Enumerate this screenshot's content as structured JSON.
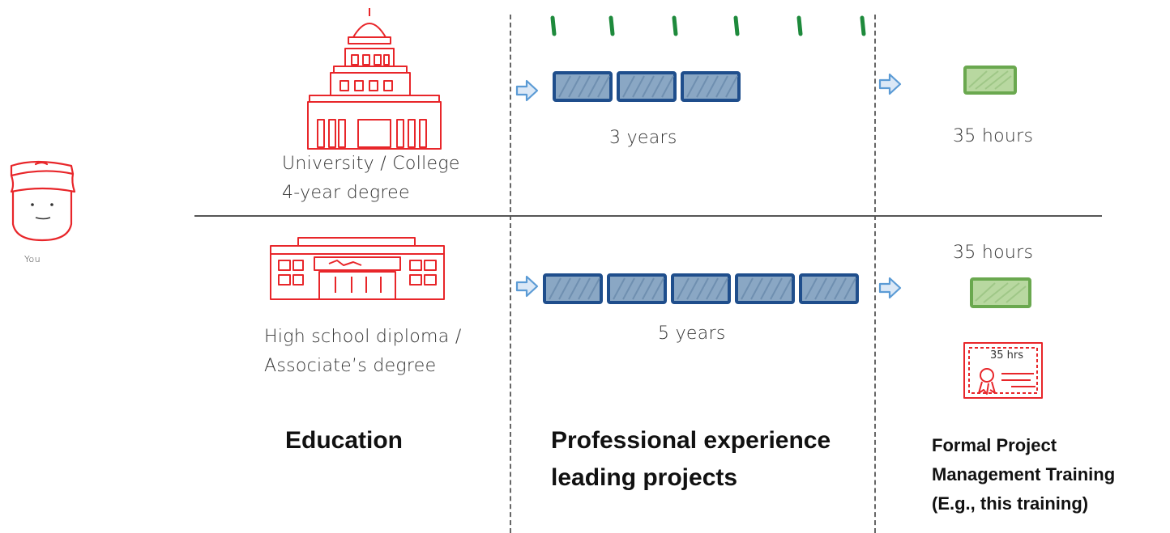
{
  "person": {
    "label": "You",
    "icon": "person-face-icon"
  },
  "rows": [
    {
      "education_line1": "University / College",
      "education_line2": "4-year degree",
      "education_icon": "capitol-building-icon",
      "experience_years": 3,
      "experience_label": "3 years",
      "training_label": "35 hours"
    },
    {
      "education_line1": "High school diploma /",
      "education_line2": "Associate’s degree",
      "education_icon": "school-building-icon",
      "experience_years": 5,
      "experience_label": "5 years",
      "training_label": "35 hours",
      "certificate_text": "35 hrs",
      "certificate_icon": "certificate-icon"
    }
  ],
  "categories": {
    "education": "Education",
    "experience_line1": "Professional experience",
    "experience_line2": "leading projects",
    "training_line1": "Formal Project",
    "training_line2": "Management Training",
    "training_line3": "(E.g., this training)"
  },
  "colors": {
    "building_red": "#e8262a",
    "year_block_blue": "#1f4e8c",
    "year_block_fill": "#8aa7c4",
    "training_green": "#6aa84f",
    "training_fill": "#b8d8a0",
    "arrow_blue": "#5b9bd5",
    "tick_green": "#1e8a3c",
    "divider": "#555555"
  }
}
